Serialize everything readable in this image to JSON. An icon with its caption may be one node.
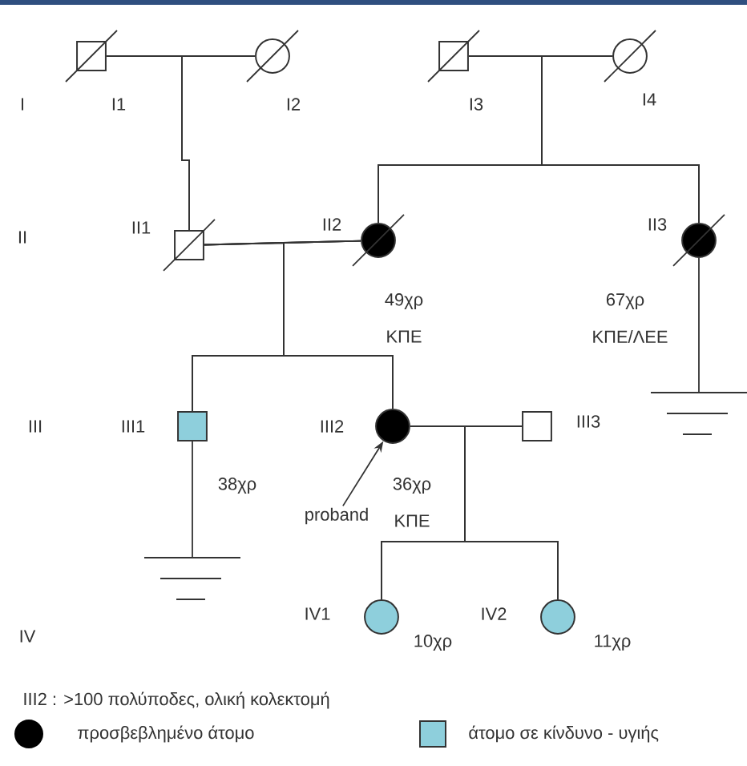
{
  "diagram": {
    "nodes": [
      {
        "text": [
          "I1"
        ]
      },
      {
        "text": [
          "I2"
        ]
      },
      {
        "text": [
          "I3"
        ]
      },
      {
        "text": [
          "I4"
        ]
      },
      {
        "text": [
          "II1"
        ]
      },
      {
        "text": [
          "II2"
        ],
        "beside": [
          "49χρ",
          "ΚΠΕ"
        ]
      },
      {
        "text": [
          "II3"
        ],
        "beside": [
          "67χρ",
          "ΚΠΕ/ΛΕΕ"
        ]
      },
      {
        "text": [
          "III1"
        ],
        "beside": [
          "38χρ"
        ]
      },
      {
        "text": [
          "III2"
        ],
        "beside": [
          "36χρ",
          "ΚΠΕ"
        ]
      },
      {
        "text": [
          "III3"
        ]
      },
      {
        "text": [
          "IV1"
        ],
        "beside": [
          "10χρ"
        ]
      },
      {
        "text": [
          "IV2"
        ],
        "beside": [
          "11χρ"
        ]
      },
      {
        "text": [
          "proband"
        ]
      }
    ],
    "edges": [
      {
        "from": 0,
        "to": 1,
        "arrow": "none"
      },
      {
        "from": 2,
        "to": 3,
        "arrow": "none"
      },
      {
        "from": 4,
        "to": 5,
        "arrow": "none"
      },
      {
        "from": 8,
        "to": 9,
        "arrow": "none"
      },
      {
        "from": 0,
        "to": 4,
        "arrow": "none"
      },
      {
        "from": 1,
        "to": 4,
        "arrow": "none"
      },
      {
        "from": 2,
        "to": 5,
        "arrow": "none"
      },
      {
        "from": 3,
        "to": 5,
        "arrow": "none"
      },
      {
        "from": 2,
        "to": 6,
        "arrow": "none"
      },
      {
        "from": 3,
        "to": 6,
        "arrow": "none"
      },
      {
        "from": 4,
        "to": 7,
        "arrow": "none"
      },
      {
        "from": 5,
        "to": 7,
        "arrow": "none"
      },
      {
        "from": 4,
        "to": 8,
        "arrow": "none"
      },
      {
        "from": 5,
        "to": 8,
        "arrow": "none"
      },
      {
        "from": 8,
        "to": 10,
        "arrow": "none"
      },
      {
        "from": 9,
        "to": 10,
        "arrow": "none"
      },
      {
        "from": 8,
        "to": 11,
        "arrow": "none"
      },
      {
        "from": 9,
        "to": 11,
        "arrow": "none"
      },
      {
        "from": 12,
        "to": 8,
        "arrow": "to"
      }
    ],
    "labels": [
      "I",
      "II",
      "III",
      "IV",
      "III2 : >100 πολύποδες, ολική κολεκτομή"
    ],
    "legend": [
      {
        "text": "προσβεβλημένο άτομο",
        "color": "#000000"
      },
      {
        "text": "άτομο σε κίνδυνο - υγιής",
        "color": "#8ecfdc"
      }
    ]
  }
}
